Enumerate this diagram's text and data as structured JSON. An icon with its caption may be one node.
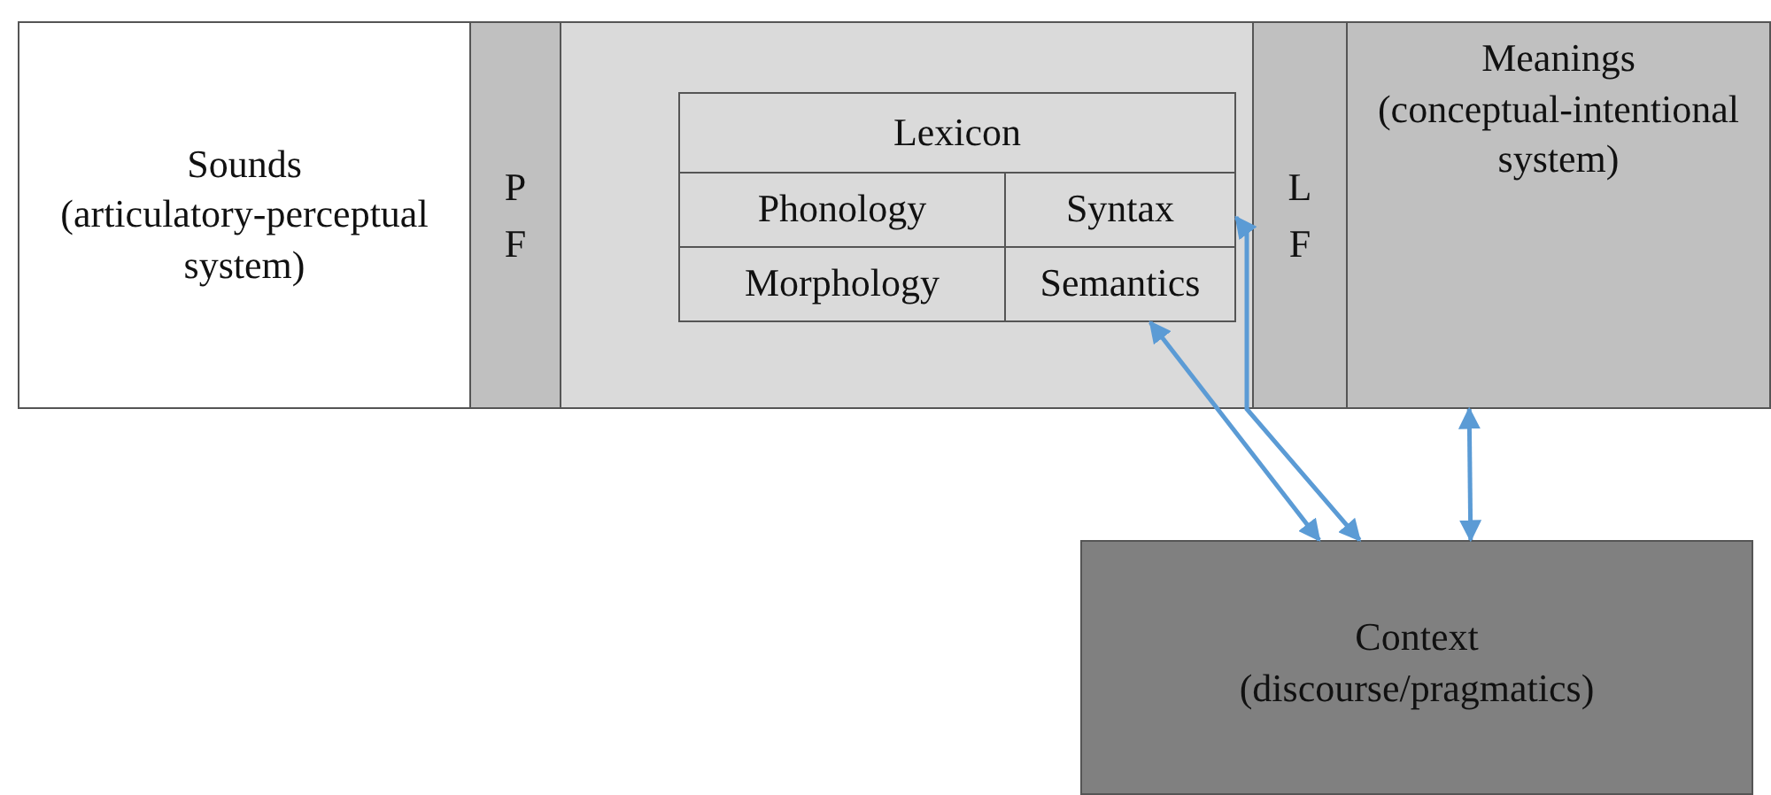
{
  "diagram": {
    "nodes": [
      {
        "text": [
          "Sounds",
          "(articulatory-perceptual system)"
        ]
      },
      {
        "text": [
          "PF"
        ]
      },
      {
        "text": [],
        "shape": "box"
      },
      {
        "text": [
          "Lexicon"
        ],
        "in": 2
      },
      {
        "text": [
          "Phonology"
        ],
        "in": 2
      },
      {
        "text": [
          "Syntax"
        ],
        "in": 2
      },
      {
        "text": [
          "Morphology"
        ],
        "in": 2
      },
      {
        "text": [
          "Semantics"
        ],
        "in": 2
      },
      {
        "text": [
          "LF"
        ]
      },
      {
        "text": [
          "Meanings",
          "(conceptual-intentional system)"
        ]
      },
      {
        "text": [
          "Context",
          "(discourse/pragmatics)"
        ]
      }
    ],
    "edges": [
      {
        "from": 5,
        "to": 10,
        "arrow": "both"
      },
      {
        "from": 7,
        "to": 10,
        "arrow": "both"
      },
      {
        "from": 9,
        "to": 10,
        "arrow": "both"
      }
    ]
  }
}
